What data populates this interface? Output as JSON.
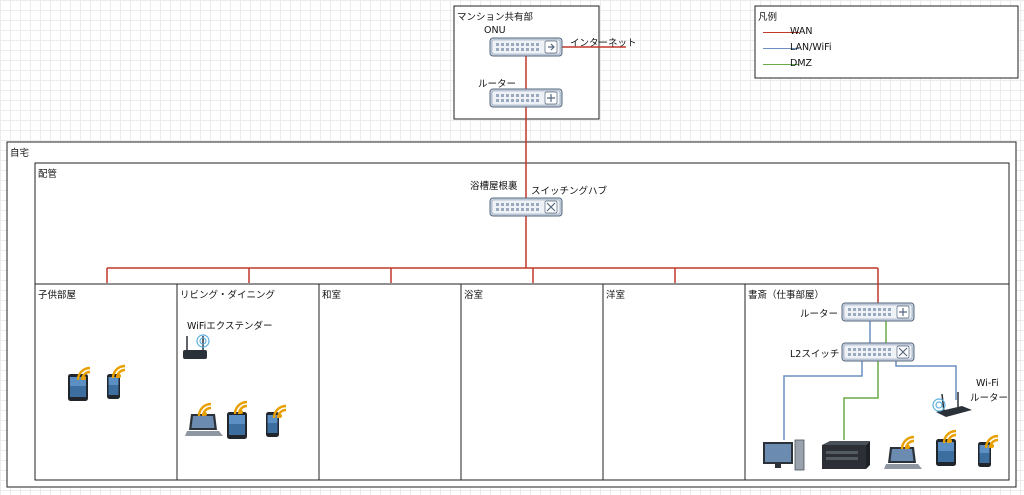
{
  "colors": {
    "wan": "#c0392b",
    "lan": "#6a8fc0",
    "dmz": "#6aaa48",
    "border": "#222222"
  },
  "legend": {
    "title": "凡例",
    "items": [
      {
        "label": "WAN",
        "color": "#c0392b"
      },
      {
        "label": "LAN/WiFi",
        "color": "#6a8fc0"
      },
      {
        "label": "DMZ",
        "color": "#6aaa48"
      }
    ]
  },
  "shared": {
    "title": "マンション共有部",
    "onu_label": "ONU",
    "internet_label": "インターネット",
    "router_label": "ルーター"
  },
  "home": {
    "title": "自宅",
    "piping": {
      "title": "配管",
      "location_label": "浴槽屋根裏",
      "hub_label": "スイッチングハブ"
    },
    "rooms": {
      "kids": "子供部屋",
      "living": "リビング・ダイニング",
      "washitsu": "和室",
      "bath": "浴室",
      "western": "洋室",
      "study": "書斎（仕事部屋）"
    },
    "living_extender_label": "WiFiエクステンダー",
    "study_router_label": "ルーター",
    "l2_switch_label": "L2スイッチ",
    "wifi_router_label_1": "Wi-Fi",
    "wifi_router_label_2": "ルーター"
  },
  "icons": {
    "onu": "onu-icon",
    "router": "router-icon",
    "hub": "switching-hub-icon",
    "tablet": "tablet-wifi-icon",
    "phone": "smartphone-wifi-icon",
    "laptop": "laptop-wifi-icon",
    "desktop": "desktop-pc-icon",
    "server": "server-icon",
    "ap": "wifi-access-point-icon"
  }
}
